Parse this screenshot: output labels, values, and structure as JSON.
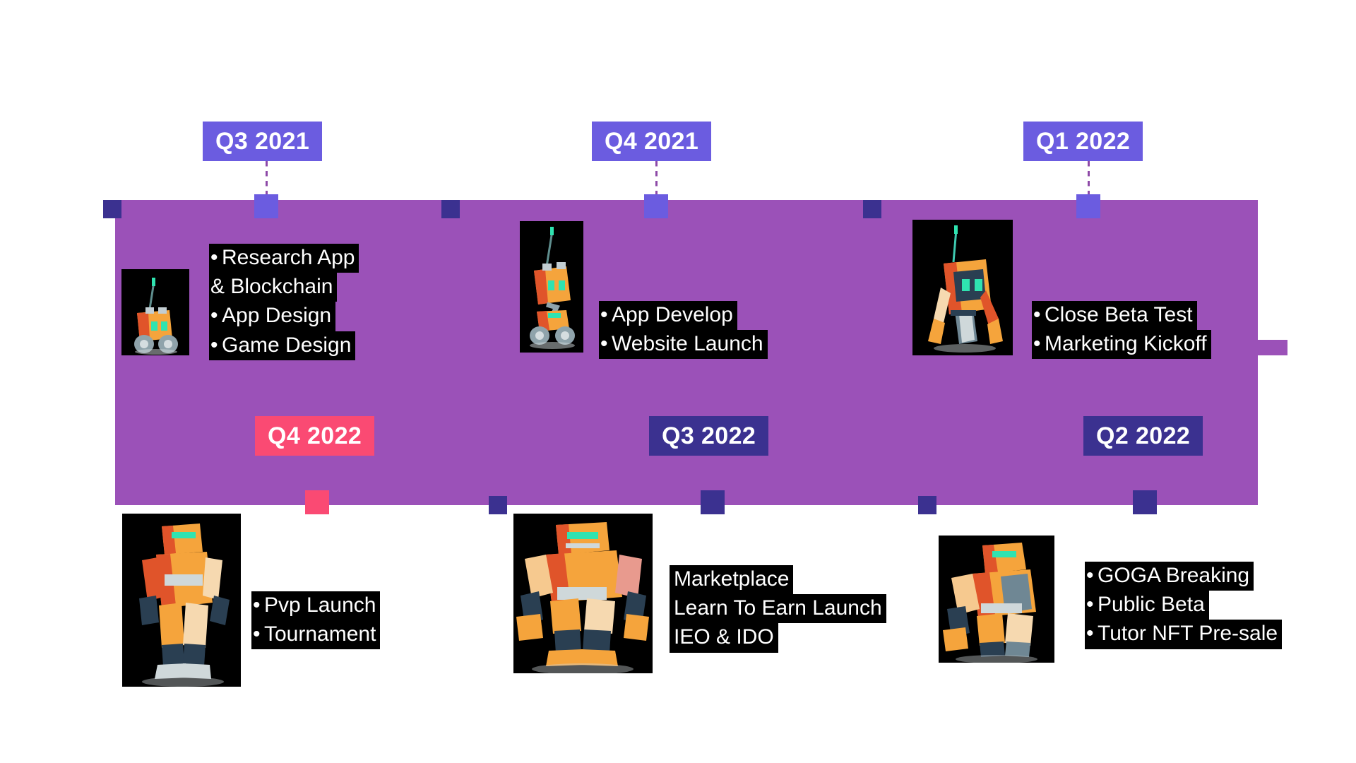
{
  "colors": {
    "band": "#9b51b8",
    "top_label": "#6b5ce0",
    "bottom_label": "#3b3190",
    "active_label": "#fa4a73",
    "text_box": "#000000",
    "text": "#ffffff"
  },
  "bullet_char": "•",
  "milestones": [
    {
      "id": "q3-2021",
      "label": "Q3 2021",
      "position": "top",
      "active": false,
      "items": [
        "Research App",
        "& Blockchain",
        "App Design",
        "Game Design"
      ],
      "bullets": [
        true,
        false,
        true,
        true
      ]
    },
    {
      "id": "q4-2021",
      "label": "Q4 2021",
      "position": "top",
      "active": false,
      "items": [
        "App Develop",
        "Website Launch"
      ],
      "bullets": [
        true,
        true
      ]
    },
    {
      "id": "q1-2022",
      "label": "Q1 2022",
      "position": "top",
      "active": false,
      "items": [
        "Close Beta Test",
        "Marketing Kickoff"
      ],
      "bullets": [
        true,
        true
      ]
    },
    {
      "id": "q4-2022",
      "label": "Q4 2022",
      "position": "bottom",
      "active": true,
      "items": [
        "Pvp Launch",
        "Tournament"
      ],
      "bullets": [
        true,
        true
      ]
    },
    {
      "id": "q3-2022",
      "label": "Q3 2022",
      "position": "bottom",
      "active": false,
      "items": [
        "Marketplace",
        "Learn To Earn Launch",
        "IEO & IDO"
      ],
      "bullets": [
        false,
        false,
        false
      ]
    },
    {
      "id": "q2-2022",
      "label": "Q2 2022",
      "position": "bottom",
      "active": false,
      "items": [
        "GOGA Breaking",
        "Public Beta",
        "Tutor NFT Pre-sale"
      ],
      "bullets": [
        true,
        true,
        true
      ]
    }
  ],
  "robots": [
    {
      "id": "robot-q3-2021",
      "kind": "rover-small"
    },
    {
      "id": "robot-q4-2021",
      "kind": "rover-small"
    },
    {
      "id": "robot-q1-2022",
      "kind": "spider-bot"
    },
    {
      "id": "robot-q4-2022",
      "kind": "mech-tall"
    },
    {
      "id": "robot-q3-2022",
      "kind": "mech-wide"
    },
    {
      "id": "robot-q2-2022",
      "kind": "mech-medium"
    }
  ]
}
